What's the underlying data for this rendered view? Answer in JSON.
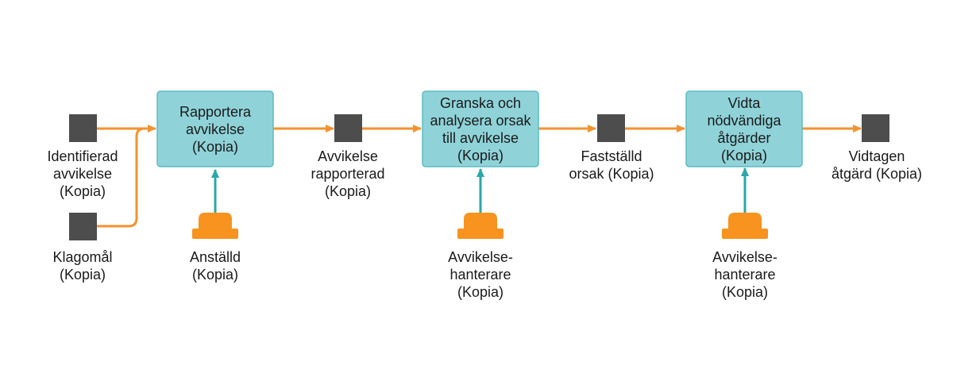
{
  "colors": {
    "connector": "#f5922f",
    "control_arrow": "#2aa7aa",
    "process_fill": "#8fd3d9",
    "process_border": "#5bbcc3",
    "object": "#4d4d4d",
    "resource": "#f7931e",
    "text": "#1a1a1a"
  },
  "objects": [
    {
      "id": "identifierad",
      "label": "Identifierad\navvikelse\n(Kopia)",
      "icon": "square-icon"
    },
    {
      "id": "klagomal",
      "label": "Klagomål\n(Kopia)",
      "icon": "square-icon"
    },
    {
      "id": "avvikelse-rapporterad",
      "label": "Avvikelse\nrapporterad\n(Kopia)",
      "icon": "square-icon"
    },
    {
      "id": "faststalld-orsak",
      "label": "Fastställd\norsak (Kopia)",
      "icon": "square-icon"
    },
    {
      "id": "vidtagen-atgard",
      "label": "Vidtagen\nåtgärd (Kopia)",
      "icon": "square-icon"
    }
  ],
  "processes": [
    {
      "id": "rapportera",
      "label": "Rapportera\navvikelse\n(Kopia)"
    },
    {
      "id": "granska",
      "label": "Granska och\nanalysera orsak\ntill avvikelse\n(Kopia)"
    },
    {
      "id": "vidta",
      "label": "Vidta\nnödvändiga\nåtgärder\n(Kopia)"
    }
  ],
  "resources": [
    {
      "id": "anstalld",
      "label": "Anställd\n(Kopia)",
      "icon": "bell-icon"
    },
    {
      "id": "hanterare-1",
      "label": "Avvikelse-\nhanterare\n(Kopia)",
      "icon": "bell-icon"
    },
    {
      "id": "hanterare-2",
      "label": "Avvikelse-\nhanterare\n(Kopia)",
      "icon": "bell-icon"
    }
  ]
}
